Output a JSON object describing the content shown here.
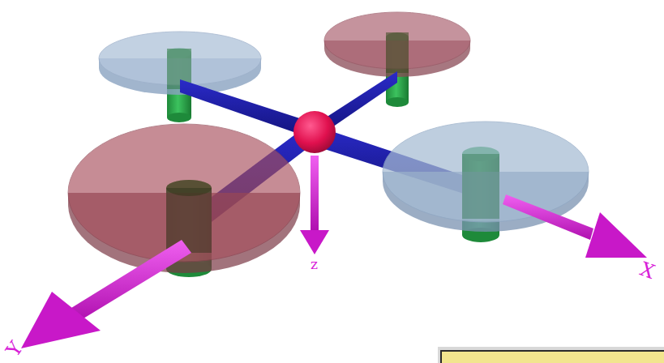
{
  "diagram": {
    "labels": [
      "X",
      "Y",
      "z"
    ]
  }
}
